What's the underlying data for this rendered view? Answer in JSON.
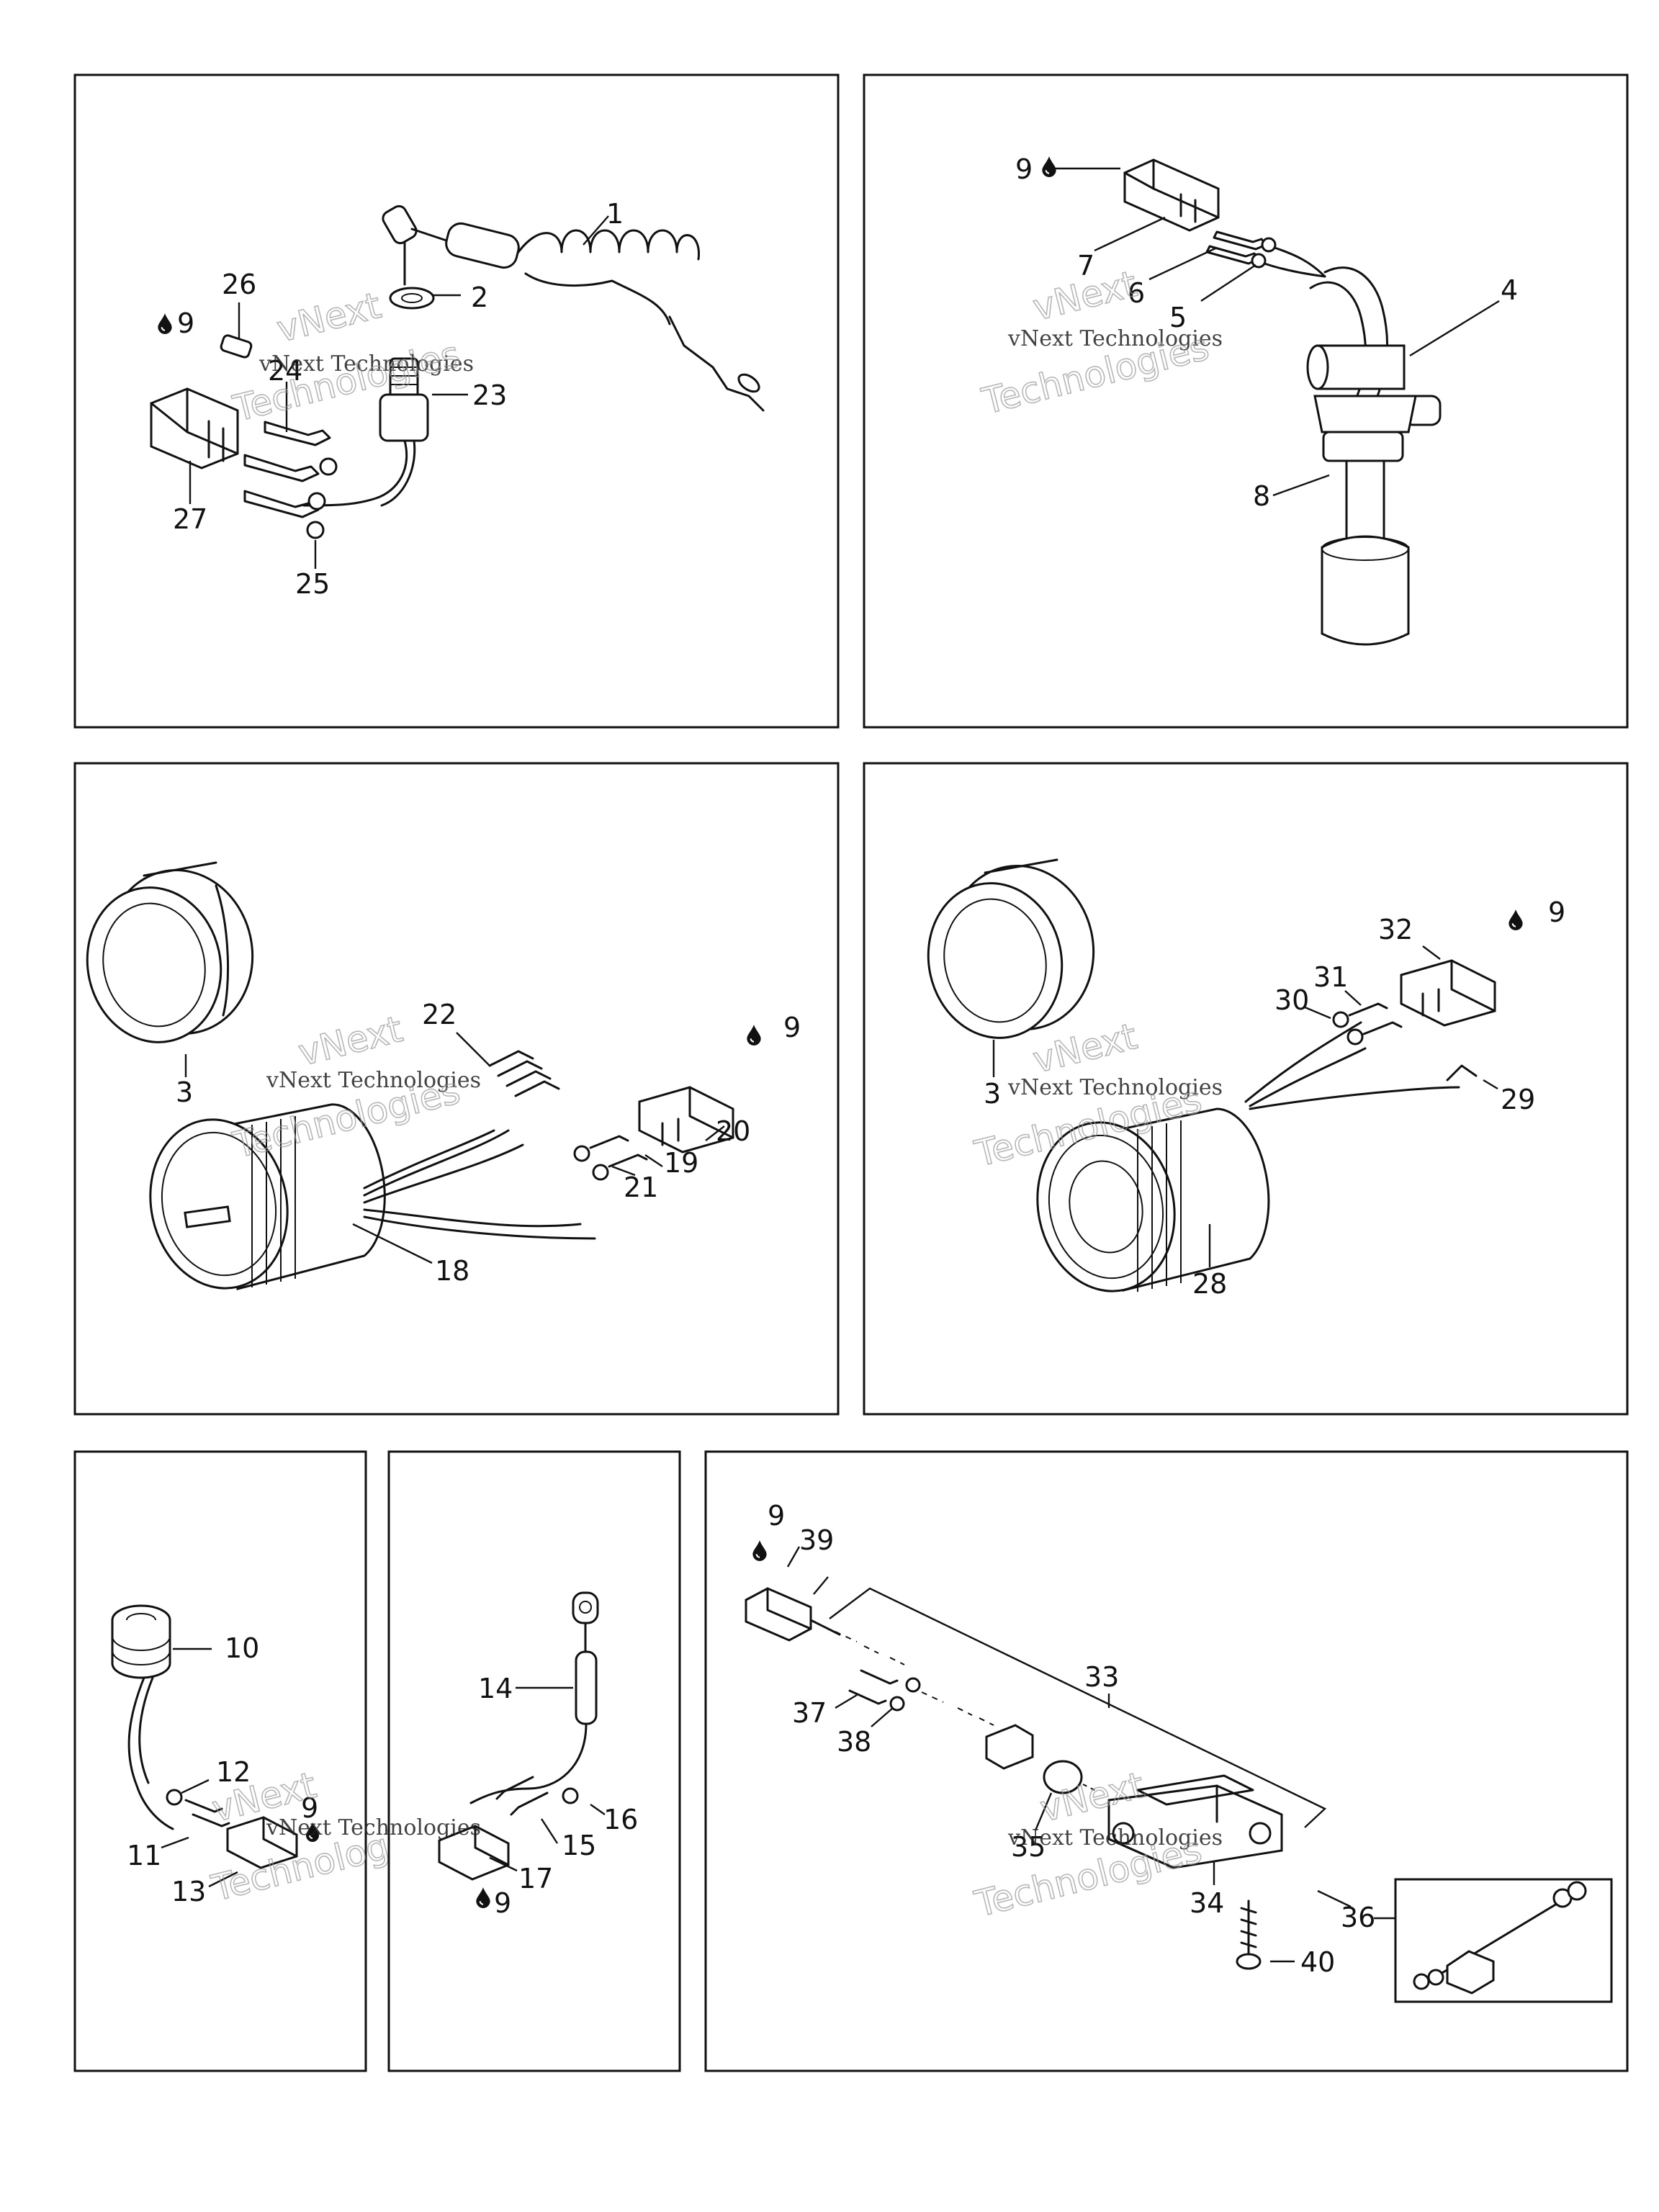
{
  "watermark": {
    "line1": "vNext Technologies",
    "word1": "vNext",
    "word2": "Technologies"
  },
  "panel_a": {
    "labels": [
      "1",
      "2",
      "26",
      "9",
      "24",
      "23",
      "27",
      "25"
    ]
  },
  "panel_b": {
    "labels": [
      "9",
      "7",
      "6",
      "5",
      "4",
      "8"
    ]
  },
  "panel_c": {
    "labels": [
      "22",
      "9",
      "3",
      "20",
      "19",
      "21",
      "18"
    ]
  },
  "panel_d": {
    "labels": [
      "32",
      "9",
      "31",
      "30",
      "3",
      "29",
      "28"
    ]
  },
  "panel_e": {
    "labels": [
      "10",
      "12",
      "9",
      "11",
      "13"
    ]
  },
  "panel_f": {
    "labels": [
      "14",
      "16",
      "15",
      "17",
      "9"
    ]
  },
  "panel_g": {
    "labels": [
      "9",
      "39",
      "33",
      "37",
      "38",
      "35",
      "34",
      "36",
      "40"
    ]
  },
  "icons": {
    "lubricant": "oil-drop-icon"
  }
}
